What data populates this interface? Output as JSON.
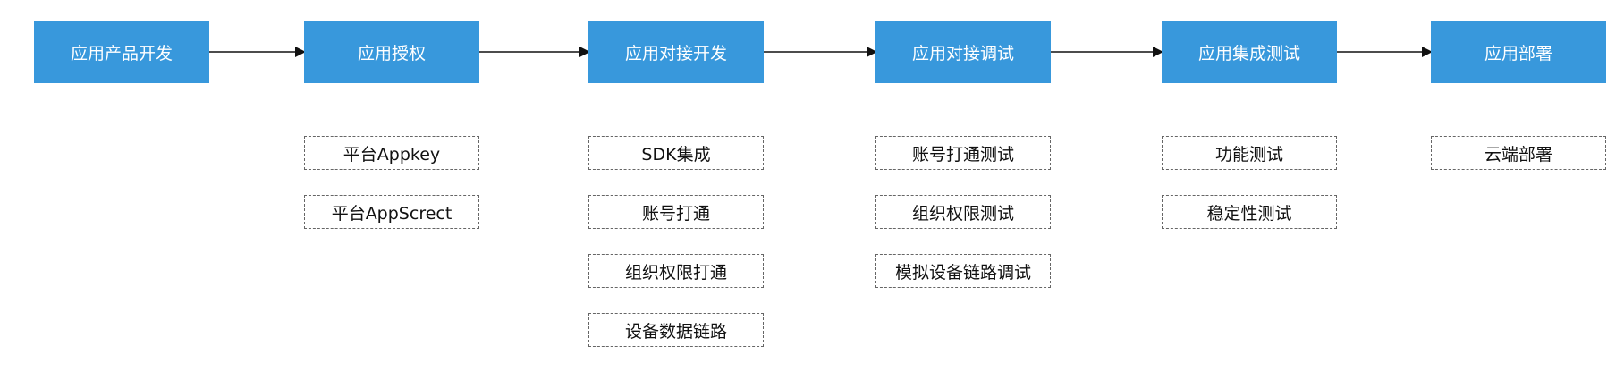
{
  "stages": [
    {
      "label": "应用产品开发",
      "tasks": []
    },
    {
      "label": "应用授权",
      "tasks": [
        "平台Appkey",
        "平台AppScrect"
      ]
    },
    {
      "label": "应用对接开发",
      "tasks": [
        "SDK集成",
        "账号打通",
        "组织权限打通",
        "设备数据链路"
      ]
    },
    {
      "label": "应用对接调试",
      "tasks": [
        "账号打通测试",
        "组织权限测试",
        "模拟设备链路调试"
      ]
    },
    {
      "label": "应用集成测试",
      "tasks": [
        "功能测试",
        "稳定性测试"
      ]
    },
    {
      "label": "应用部署",
      "tasks": [
        "云端部署"
      ]
    }
  ],
  "colors": {
    "stage_fill": "#3898dc",
    "stage_text": "#ffffff",
    "task_border": "#666666",
    "arrow": "#111111"
  }
}
